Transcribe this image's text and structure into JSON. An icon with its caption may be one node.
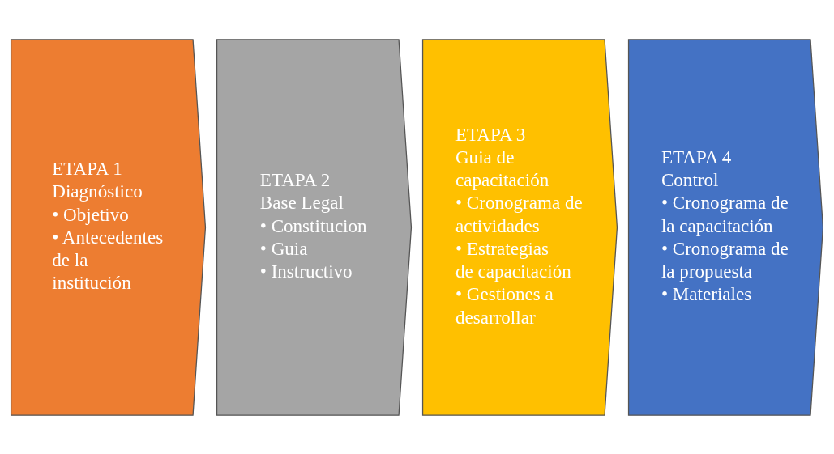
{
  "diagram": {
    "nodes": [
      {
        "text": [
          "ETAPA 1",
          "Diagnóstico",
          "• Objetivo",
          "• Antecedentes de la institución"
        ]
      },
      {
        "text": [
          "ETAPA 2",
          "Base Legal",
          "• Constitucion",
          "• Guia",
          "• Instructivo"
        ]
      },
      {
        "text": [
          "ETAPA 3",
          "Guia de capacitación",
          "• Cronograma de actividades",
          "• Estrategias de capacitación",
          "• Gestiones a desarrollar"
        ]
      },
      {
        "text": [
          "ETAPA 4",
          "Control",
          "• Cronograma de la capacitación",
          "• Cronograma de la propuesta",
          "• Materiales"
        ]
      }
    ],
    "edges": []
  }
}
